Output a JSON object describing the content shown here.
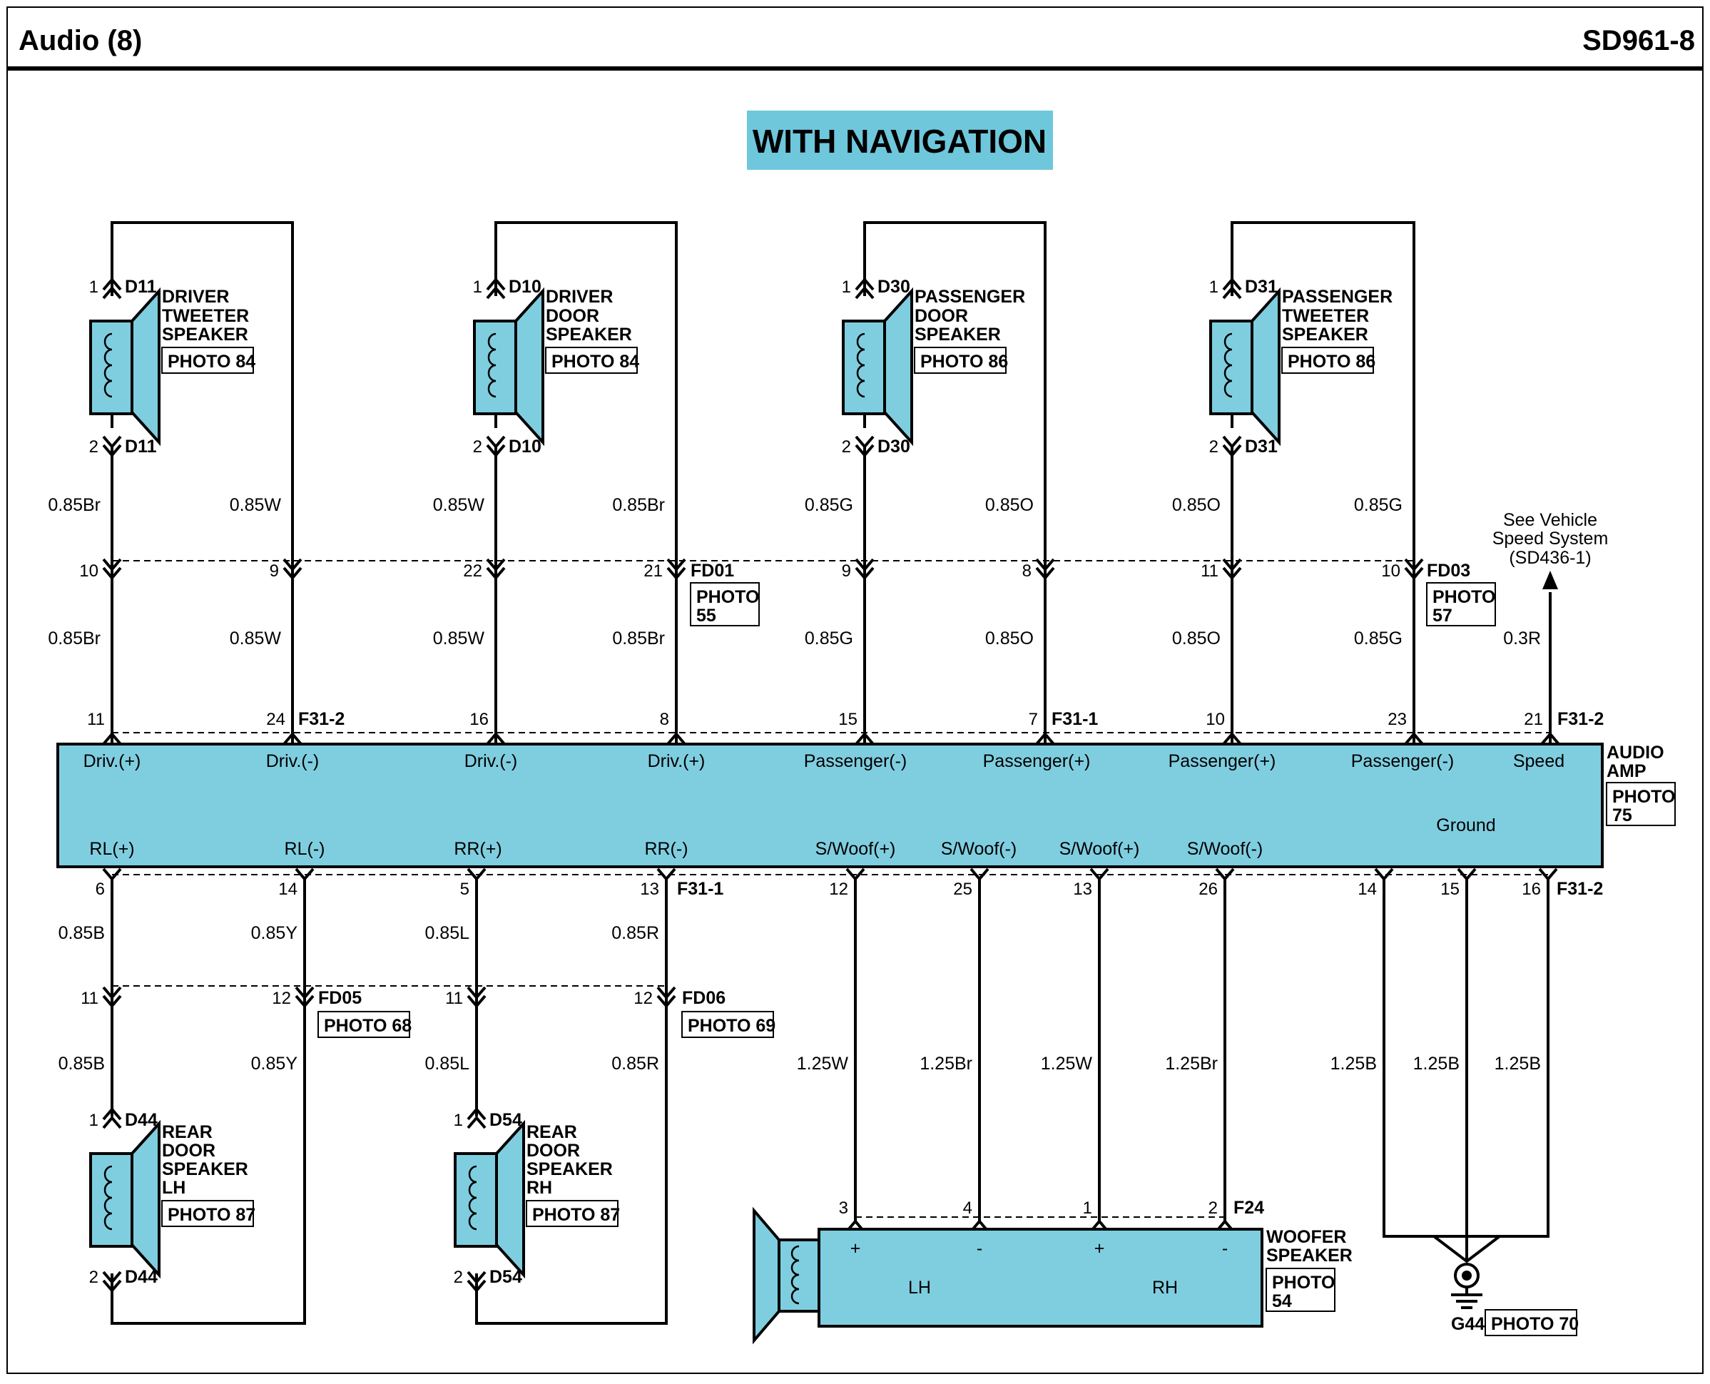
{
  "header": {
    "title": "Audio (8)",
    "code": "SD961-8"
  },
  "banner": {
    "text": "WITH NAVIGATION",
    "color": "#6fc7dc"
  },
  "colors": {
    "component_fill": "#7fcee0",
    "line": "#000000"
  },
  "amp": {
    "name_line1": "AUDIO",
    "name_line2": "AMP",
    "photo_line1": "PHOTO",
    "photo_line2": "75",
    "top_terminals": [
      "Driv.(+)",
      "Driv.(-)",
      "Driv.(-)",
      "Driv.(+)",
      "Passenger(-)",
      "Passenger(+)",
      "Passenger(+)",
      "Passenger(-)",
      "Speed"
    ],
    "bottom_terminals": [
      "RL(+)",
      "RL(-)",
      "RR(+)",
      "RR(-)",
      "S/Woof(+)",
      "S/Woof(-)",
      "S/Woof(+)",
      "S/Woof(-)"
    ],
    "ground_label": "Ground"
  },
  "speakers_top": [
    {
      "name1": "DRIVER",
      "name2": "TWEETER",
      "name3": "SPEAKER",
      "photo": "PHOTO 84",
      "conn": "D11",
      "pin_top": "1",
      "pin_bot": "2"
    },
    {
      "name1": "DRIVER",
      "name2": "DOOR",
      "name3": "SPEAKER",
      "photo": "PHOTO 84",
      "conn": "D10",
      "pin_top": "1",
      "pin_bot": "2"
    },
    {
      "name1": "PASSENGER",
      "name2": "DOOR",
      "name3": "SPEAKER",
      "photo": "PHOTO 86",
      "conn": "D30",
      "pin_top": "1",
      "pin_bot": "2"
    },
    {
      "name1": "PASSENGER",
      "name2": "TWEETER",
      "name3": "SPEAKER",
      "photo": "PHOTO 86",
      "conn": "D31",
      "pin_top": "1",
      "pin_bot": "2"
    }
  ],
  "top_wires_upper": [
    "0.85Br",
    "0.85W",
    "0.85W",
    "0.85Br",
    "0.85G",
    "0.85O",
    "0.85O",
    "0.85G"
  ],
  "top_wires_lower": [
    "0.85Br",
    "0.85W",
    "0.85W",
    "0.85Br",
    "0.85G",
    "0.85O",
    "0.85O",
    "0.85G"
  ],
  "top_mid_pins": [
    "10",
    "9",
    "22",
    "21",
    "9",
    "8",
    "11",
    "10"
  ],
  "top_amp_pins": [
    "11",
    "24",
    "16",
    "8",
    "15",
    "7",
    "10",
    "23",
    "21"
  ],
  "conn_fd01": {
    "id": "FD01",
    "photo1": "PHOTO",
    "photo2": "55"
  },
  "conn_fd03": {
    "id": "FD03",
    "photo1": "PHOTO",
    "photo2": "57"
  },
  "conn_f31_2": "F31-2",
  "conn_f31_1": "F31-1",
  "speed": {
    "wire": "0.3R",
    "note1": "See Vehicle",
    "note2": "Speed System",
    "note3": "(SD436-1)"
  },
  "bottom_amp_pins": [
    "6",
    "14",
    "5",
    "13",
    "12",
    "25",
    "13",
    "26",
    "14",
    "15",
    "16"
  ],
  "bottom_wires_upper": [
    "0.85B",
    "0.85Y",
    "0.85L",
    "0.85R"
  ],
  "bottom_mid_pins": [
    "11",
    "12",
    "11",
    "12"
  ],
  "conn_fd05": {
    "id": "FD05",
    "photo": "PHOTO 68"
  },
  "conn_fd06": {
    "id": "FD06",
    "photo": "PHOTO 69"
  },
  "bottom_wires_lower": [
    "0.85B",
    "0.85Y",
    "0.85L",
    "0.85R"
  ],
  "woofer_wires": [
    "1.25W",
    "1.25Br",
    "1.25W",
    "1.25Br"
  ],
  "ground_wires": [
    "1.25B",
    "1.25B",
    "1.25B"
  ],
  "rear_speakers": [
    {
      "name1": "REAR",
      "name2": "DOOR",
      "name3": "SPEAKER",
      "name4": "LH",
      "photo": "PHOTO 87",
      "conn": "D44",
      "pin_top": "1",
      "pin_bot": "2"
    },
    {
      "name1": "REAR",
      "name2": "DOOR",
      "name3": "SPEAKER",
      "name4": "RH",
      "photo": "PHOTO 87",
      "conn": "D54",
      "pin_top": "1",
      "pin_bot": "2"
    }
  ],
  "woofer": {
    "name1": "WOOFER",
    "name2": "SPEAKER",
    "photo1": "PHOTO",
    "photo2": "54",
    "conn": "F24",
    "pins": [
      "3",
      "4",
      "1",
      "2"
    ],
    "signs": [
      "+",
      "-",
      "+",
      "-"
    ],
    "lh": "LH",
    "rh": "RH"
  },
  "ground": {
    "id": "G44",
    "photo": "PHOTO 70"
  }
}
